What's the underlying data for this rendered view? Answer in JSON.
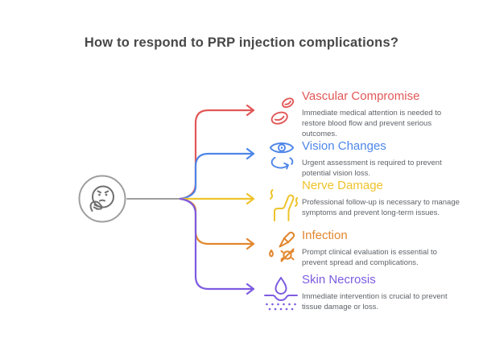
{
  "title": "How to respond to PRP injection complications?",
  "colors": {
    "title_text": "#484848",
    "description_text": "#5f6368",
    "connector_stem": "#9e9e9e",
    "center_icon_stroke": "#6f6f6f"
  },
  "center": {
    "icon": "thinking-face-icon"
  },
  "items": [
    {
      "label": "Vascular Compromise",
      "description": "Immediate medical attention is needed to restore blood flow and prevent serious outcomes.",
      "color": "#e25757",
      "icon": "blood-cells-icon"
    },
    {
      "label": "Vision Changes",
      "description": "Urgent assessment is required to prevent potential vision loss.",
      "color": "#4e86e8",
      "icon": "eye-rotation-icon"
    },
    {
      "label": "Nerve Damage",
      "description": "Professional follow-up is necessary to manage symptoms and prevent long-term issues.",
      "color": "#eec32a",
      "icon": "arm-pain-icon"
    },
    {
      "label": "Infection",
      "description": "Prompt clinical evaluation is essential to prevent spread and complications.",
      "color": "#e2862d",
      "icon": "dropper-germ-icon"
    },
    {
      "label": "Skin Necrosis",
      "description": "Immediate intervention is crucial to prevent tissue damage or loss.",
      "color": "#7d5be0",
      "icon": "skin-drop-icon"
    }
  ]
}
